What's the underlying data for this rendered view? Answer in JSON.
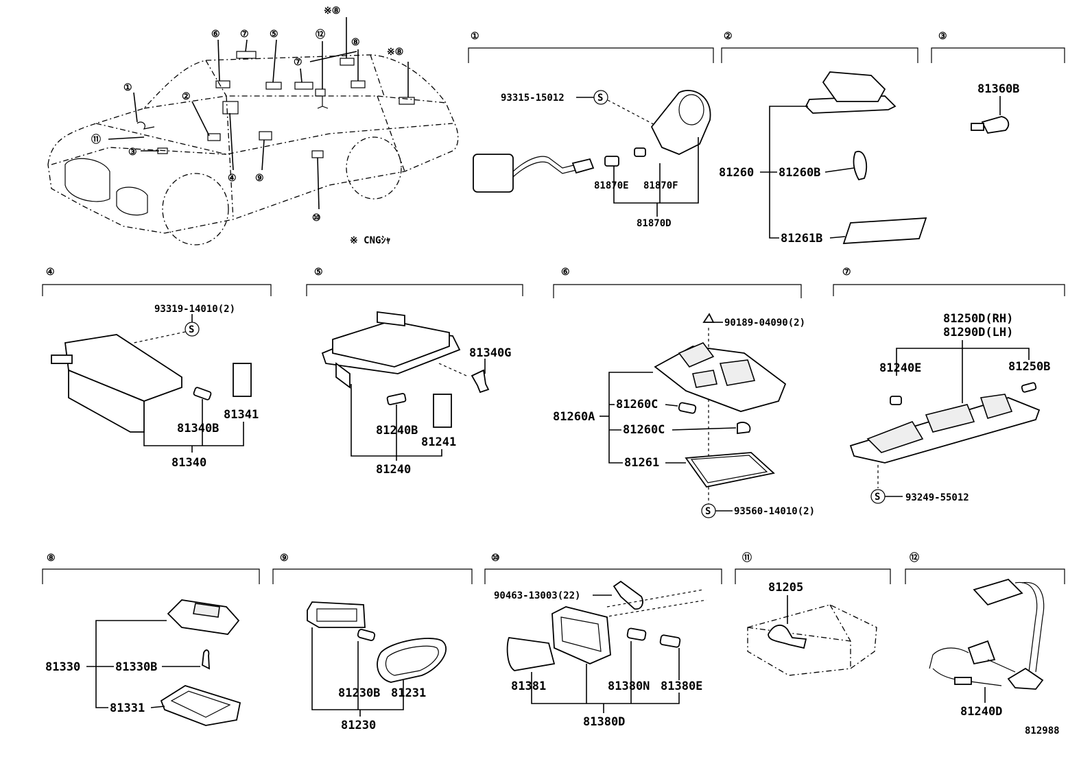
{
  "diagram": {
    "drawing_code": "812988",
    "footnote": "※ CNGｼｬ",
    "car_callouts": [
      "①",
      "②",
      "③",
      "④",
      "⑤",
      "⑥",
      "⑦",
      "⑦",
      "⑧",
      "※⑧",
      "※⑧",
      "⑨",
      "⑩",
      "⑪",
      "⑫"
    ],
    "sections": [
      {
        "num": "①",
        "parts": [
          "93315-15012",
          "81870E",
          "81870F",
          "81870D"
        ]
      },
      {
        "num": "②",
        "parts": [
          "81260",
          "81260B",
          "81261B"
        ]
      },
      {
        "num": "③",
        "parts": [
          "81360B"
        ]
      },
      {
        "num": "④",
        "parts": [
          "93319-14010(2)",
          "81340B",
          "81341",
          "81340"
        ]
      },
      {
        "num": "⑤",
        "parts": [
          "81340G",
          "81240B",
          "81241",
          "81240"
        ]
      },
      {
        "num": "⑥",
        "parts": [
          "90189-04090(2)",
          "81260A",
          "81260C",
          "81260C",
          "81261",
          "93560-14010(2)"
        ]
      },
      {
        "num": "⑦",
        "parts": [
          "81250D(RH)",
          "81290D(LH)",
          "81240E",
          "81250B",
          "93249-55012"
        ]
      },
      {
        "num": "⑧",
        "parts": [
          "81330",
          "81330B",
          "81331"
        ]
      },
      {
        "num": "⑨",
        "parts": [
          "81230B",
          "81231",
          "81230"
        ]
      },
      {
        "num": "⑩",
        "parts": [
          "90463-13003(22)",
          "81381",
          "81380N",
          "81380E",
          "81380D"
        ]
      },
      {
        "num": "⑪",
        "parts": [
          "81205"
        ]
      },
      {
        "num": "⑫",
        "parts": [
          "81240D"
        ]
      }
    ],
    "screw_marker": "S"
  }
}
